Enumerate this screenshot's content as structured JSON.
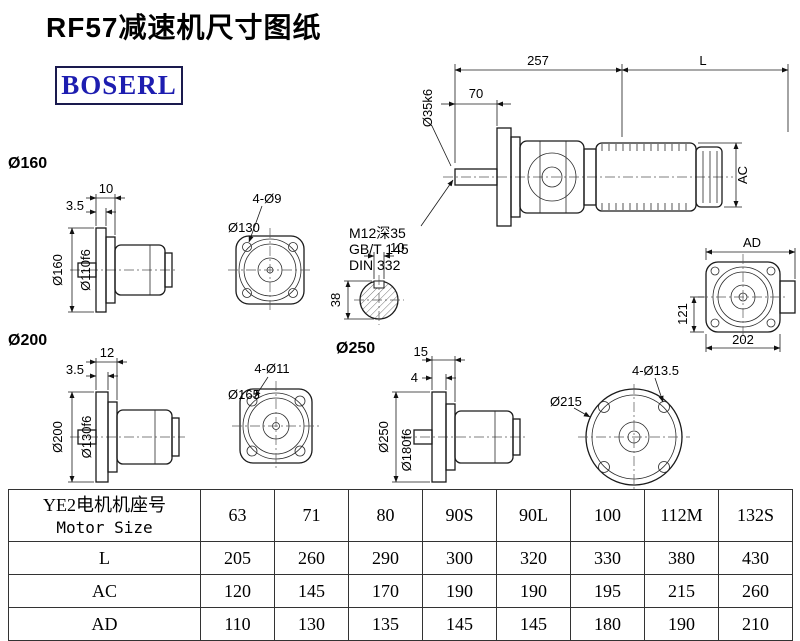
{
  "page": {
    "title": "RF57减速机尺寸图纸",
    "logo_text": "BOSERL"
  },
  "main_view": {
    "dim_257": "257",
    "dim_L": "L",
    "dim_70": "70",
    "dim_shaft_dia": "Ø35k6",
    "dim_AC": "AC",
    "note_tap": "M12深35",
    "note_gb": "GB/T 145",
    "note_din": "DIN 332"
  },
  "shaft_section": {
    "dim_key_width": "10",
    "dim_38": "38"
  },
  "rear_view": {
    "dim_AD": "AD",
    "dim_121": "121",
    "dim_202": "202"
  },
  "series160": {
    "label": "Ø160",
    "dim_10": "10",
    "dim_3_5": "3.5",
    "dim_flange_dia": "Ø160",
    "dim_spigot_dia": "Ø110f6",
    "flange_dia": "Ø130",
    "flange_holes": "4-Ø9"
  },
  "series200": {
    "label": "Ø200",
    "dim_12": "12",
    "dim_3_5": "3.5",
    "dim_flange_dia": "Ø200",
    "dim_spigot_dia": "Ø130f6",
    "flange_dia": "Ø165",
    "flange_holes": "4-Ø11"
  },
  "series250": {
    "label": "Ø250",
    "dim_15": "15",
    "dim_4": "4",
    "dim_flange_dia": "Ø250",
    "dim_spigot_dia": "Ø180f6",
    "flange_dia": "Ø215",
    "flange_holes": "4-Ø13.5"
  },
  "table": {
    "header_cn": "YE2电机机座号",
    "header_en": "Motor Size",
    "motor_sizes": [
      "63",
      "71",
      "80",
      "90S",
      "90L",
      "100",
      "112M",
      "132S"
    ],
    "rows": [
      {
        "label": "L",
        "values": [
          "205",
          "260",
          "290",
          "300",
          "320",
          "330",
          "380",
          "430"
        ]
      },
      {
        "label": "AC",
        "values": [
          "120",
          "145",
          "170",
          "190",
          "190",
          "195",
          "215",
          "260"
        ]
      },
      {
        "label": "AD",
        "values": [
          "110",
          "130",
          "135",
          "145",
          "145",
          "180",
          "190",
          "210"
        ]
      }
    ]
  }
}
